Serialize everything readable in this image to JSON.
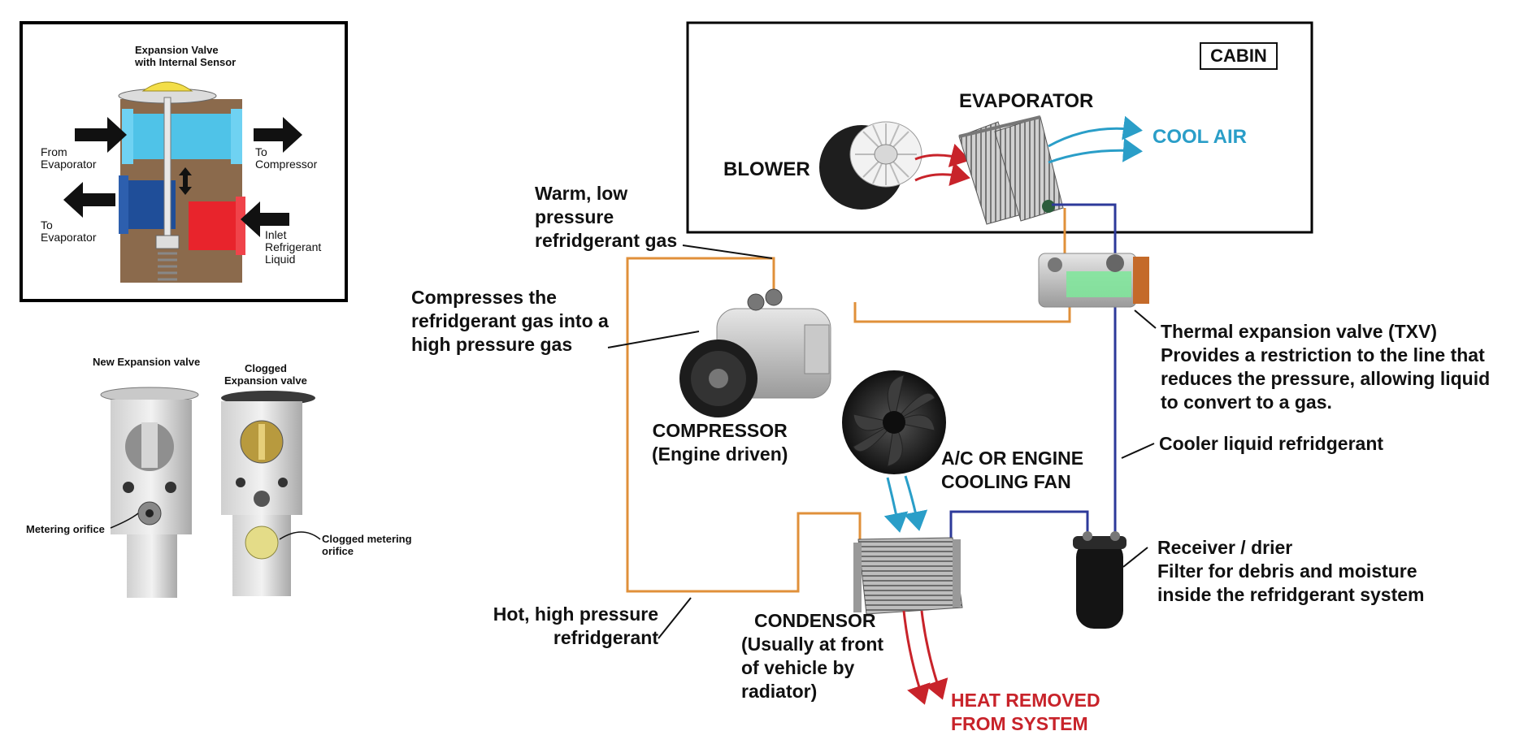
{
  "inset_valve": {
    "title": [
      "Expansion Valve",
      "with Internal Sensor"
    ],
    "from_evaporator": [
      "From",
      "Evaporator"
    ],
    "to_compressor": [
      "To",
      "Compressor"
    ],
    "to_evaporator": [
      "To",
      "Evaporator"
    ],
    "inlet_refrigerant": [
      "Inlet",
      "Refrigerant",
      "Liquid"
    ]
  },
  "photos": {
    "new_valve": "New Expansion valve",
    "clogged_valve": [
      "Clogged",
      "Expansion valve"
    ],
    "metering_orifice": "Metering orifice",
    "clogged_orifice": [
      "Clogged metering",
      "orifice"
    ]
  },
  "cabin": {
    "tag": "CABIN",
    "evaporator": "EVAPORATOR",
    "blower": "BLOWER",
    "cool_air": "COOL AIR"
  },
  "labels": {
    "warm_gas": [
      "Warm, low",
      "pressure",
      "refridgerant gas"
    ],
    "compresses": [
      "Compresses the",
      "refridgerant gas into a",
      "high pressure gas"
    ],
    "compressor": [
      "COMPRESSOR",
      "(Engine driven)"
    ],
    "txv": [
      "Thermal expansion valve (TXV)",
      "Provides a restriction to the line that",
      "reduces the pressure, allowing liquid",
      "to convert to a gas."
    ],
    "cooler_liquid": "Cooler liquid refridgerant",
    "fan": [
      "A/C OR ENGINE",
      "COOLING FAN"
    ],
    "receiver": [
      "Receiver / drier",
      "Filter for debris and moisture",
      "inside the refridgerant system"
    ],
    "hot_refrigerant": [
      "Hot, high pressure",
      "refridgerant"
    ],
    "condensor": [
      "CONDENSOR",
      "(Usually at front",
      "of vehicle by",
      "radiator)"
    ],
    "heat_removed": [
      "HEAT REMOVED",
      "FROM SYSTEM"
    ]
  },
  "colors": {
    "hot_line": "#e0903a",
    "cold_line": "#2d3a9a",
    "cool_air": "#2a9ec8",
    "heat": "#c8232a",
    "valve_blue_light": "#4fc3e8",
    "valve_blue_dark": "#1f4e99",
    "valve_red": "#e8242c",
    "valve_body": "#8b6a4c"
  }
}
